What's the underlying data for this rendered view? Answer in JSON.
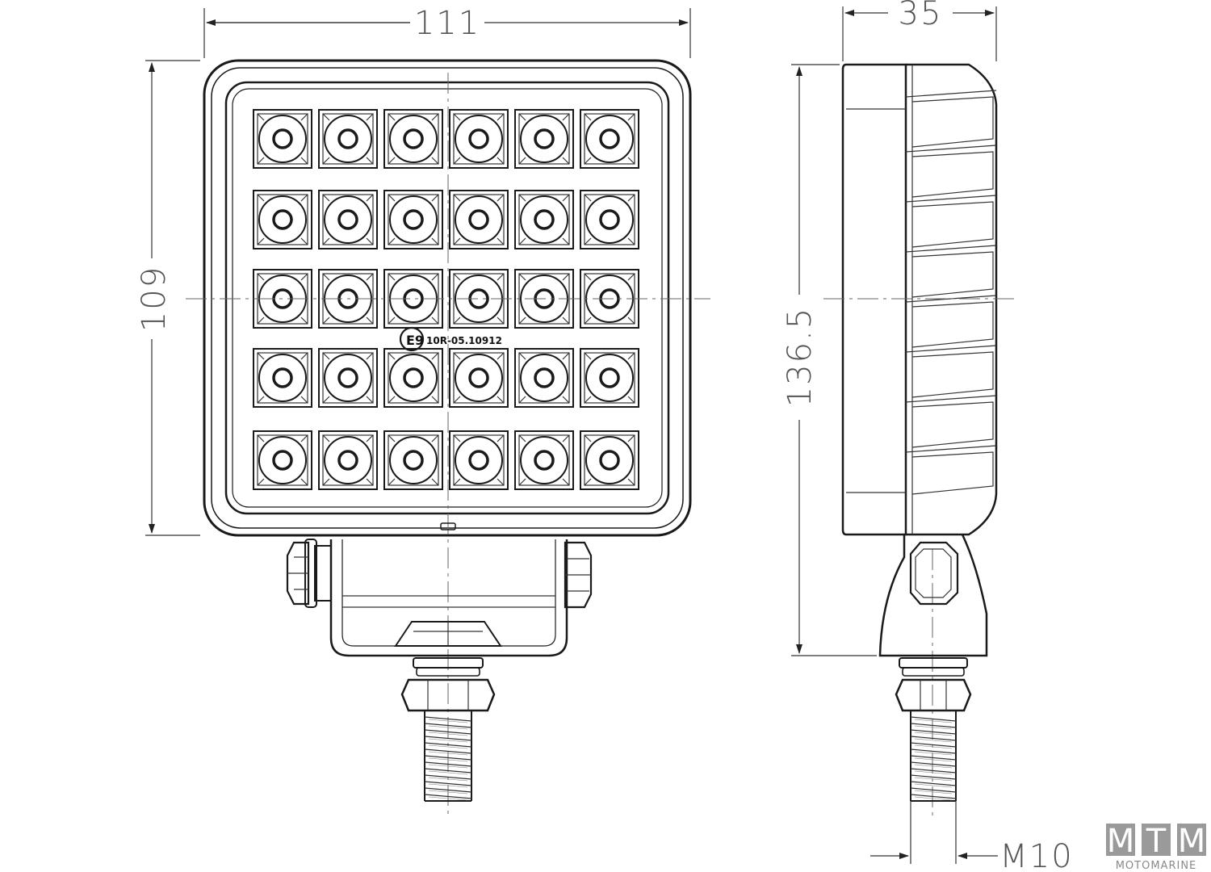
{
  "dimensions": {
    "front_width": "111",
    "front_height": "109",
    "side_depth": "35",
    "side_height": "136.5",
    "thread": "M10"
  },
  "approval_mark": {
    "e_symbol": "E9",
    "number": "10R-05.10912"
  },
  "led_grid": {
    "rows": 5,
    "cols": 6
  },
  "logo": {
    "letters": [
      "M",
      "T",
      "M"
    ],
    "name": "MOTOMARINE"
  }
}
